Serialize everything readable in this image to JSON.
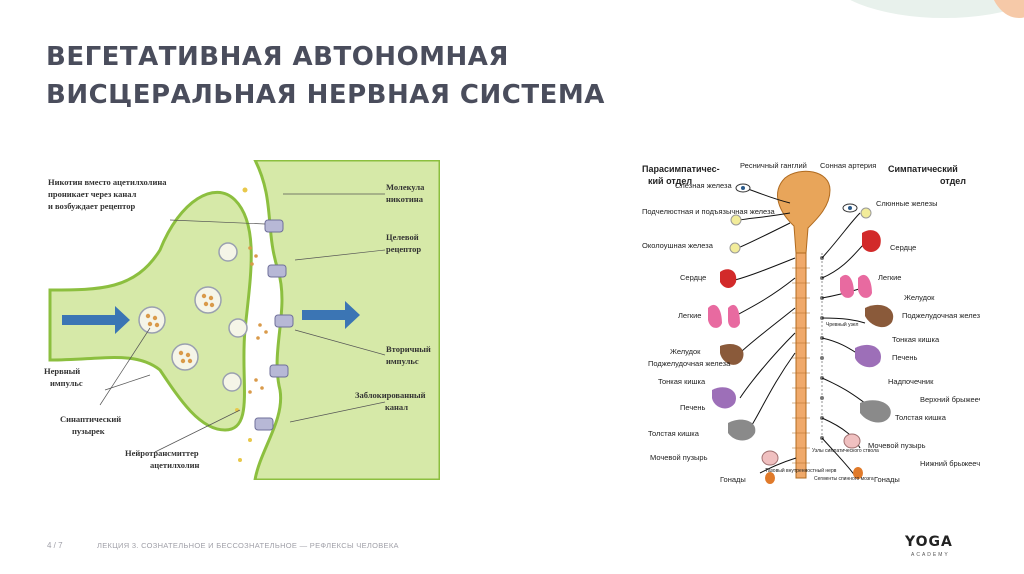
{
  "slide": {
    "title_line1": "ВЕГЕТАТИВНАЯ АВТОНОМНАЯ",
    "title_line2": "ВИСЦЕРАЛЬНАЯ НЕРВНАЯ СИСТЕМА",
    "page_number": "4 / 7",
    "footer": "ЛЕКЦИЯ 3. СОЗНАТЕЛЬНОЕ И БЕССОЗНАТЕЛЬНОЕ — РЕФЛЕКСЫ ЧЕЛОВЕКА",
    "logo_text": "YOGA",
    "logo_sub": "ACADEMY"
  },
  "synapse_figure": {
    "nicotine_note": [
      "Никотин вместо ацетилхолина",
      "проникает через канал",
      "и возбуждает рецептор"
    ],
    "molecule": [
      "Молекула",
      "никотина"
    ],
    "target_receptor": [
      "Целевой",
      "рецептор"
    ],
    "nerve_impulse": [
      "Нервный",
      "импульс"
    ],
    "secondary_impulse": [
      "Вторичный",
      "импульс"
    ],
    "vesicle": [
      "Синаптический",
      "пузырек"
    ],
    "blocked_channel": [
      "Заблокированный",
      "канал"
    ],
    "neurotransmitter": [
      "Нейротрансмиттер",
      "ацетилхолин"
    ]
  },
  "ans_figure": {
    "parasympathetic": [
      "Парасимпатичес-",
      "кий отдел"
    ],
    "sympathetic": [
      "Симпатический",
      "отдел"
    ],
    "left_labels": [
      "Слезная железа",
      "Подчелюстная и подъязычная железа",
      "Околоушная железа",
      "Сердце",
      "Легкие",
      "Желудок",
      "Поджелудочная железа",
      "Тонкая кишка",
      "Печень",
      "Толстая кишка",
      "Мочевой пузырь",
      "Гонады"
    ],
    "top_labels": [
      "Ресничный ганглий",
      "Сонная артерия"
    ],
    "right_labels": [
      "Слюнные железы",
      "Сердце",
      "Легкие",
      "Желудок",
      "Поджелудочная железа",
      "Тонкая кишка",
      "Печень",
      "Надпочечник",
      "Верхний брыжеечный узел",
      "Толстая кишка",
      "Мочевой пузырь",
      "Нижний брыжеечный узел",
      "Гонады"
    ],
    "center_labels": [
      "Чревный узел",
      "Узлы симпатического ствола",
      "Тазовый внутренностный нерв",
      "Сегменты спинного мозга"
    ]
  }
}
